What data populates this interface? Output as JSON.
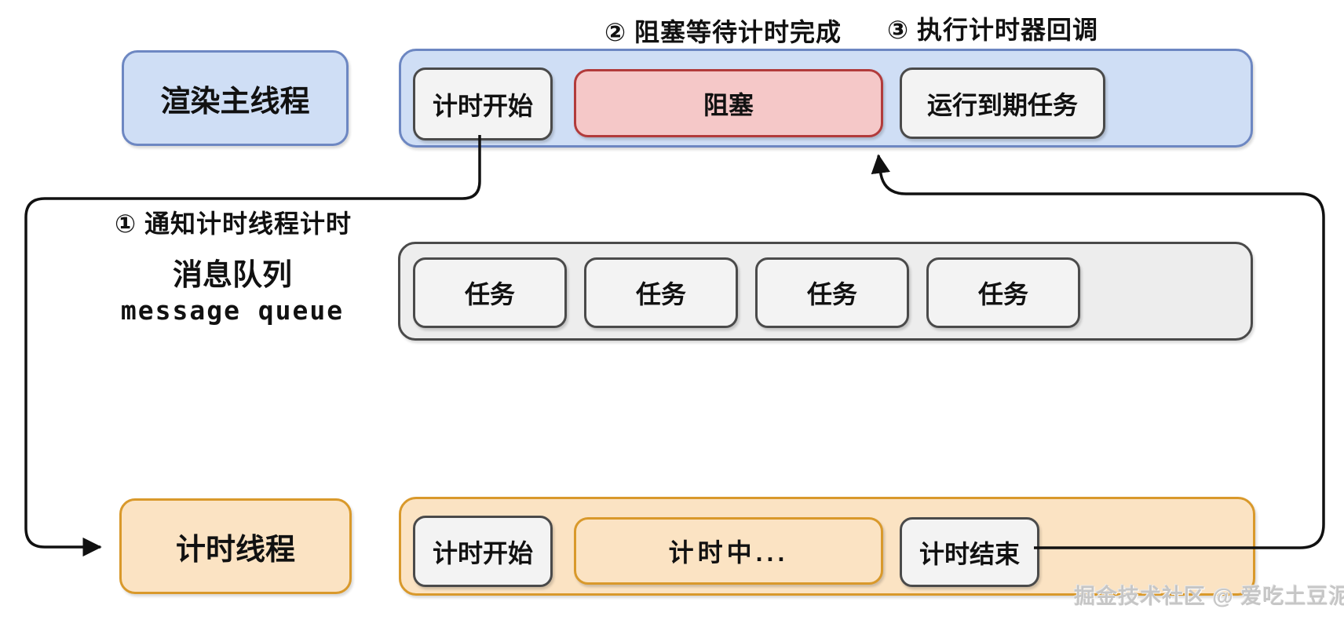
{
  "diagram": {
    "step_labels": {
      "step1": "① 通知计时线程计时",
      "step2": "② 阻塞等待计时完成",
      "step3": "③ 执行计时器回调"
    },
    "main_thread": {
      "label": "渲染主线程",
      "timeline": [
        {
          "label": "计时开始",
          "type": "gray"
        },
        {
          "label": "阻塞",
          "type": "red"
        },
        {
          "label": "运行到期任务",
          "type": "gray"
        }
      ]
    },
    "message_queue": {
      "label_zh": "消息队列",
      "label_en": "message queue",
      "tasks": [
        "任务",
        "任务",
        "任务",
        "任务"
      ]
    },
    "timer_thread": {
      "label": "计时线程",
      "timeline": [
        {
          "label": "计时开始",
          "type": "gray"
        },
        {
          "label": "计时中...",
          "type": "orange"
        },
        {
          "label": "计时结束",
          "type": "gray"
        }
      ]
    },
    "watermark": "掘金技术社区 @ 爱吃土豆泥",
    "colors": {
      "thread_blue_fill": "#cfdef5",
      "thread_blue_border": "#6d87c2",
      "blocked_red_fill": "#f5c8c8",
      "blocked_red_border": "#b23b3b",
      "timer_orange_fill": "#fbe3c3",
      "timer_orange_border": "#d9992b",
      "neutral_gray_fill": "#f3f3f3",
      "neutral_gray_border": "#4a4a4a",
      "arrow_black": "#111111"
    }
  }
}
